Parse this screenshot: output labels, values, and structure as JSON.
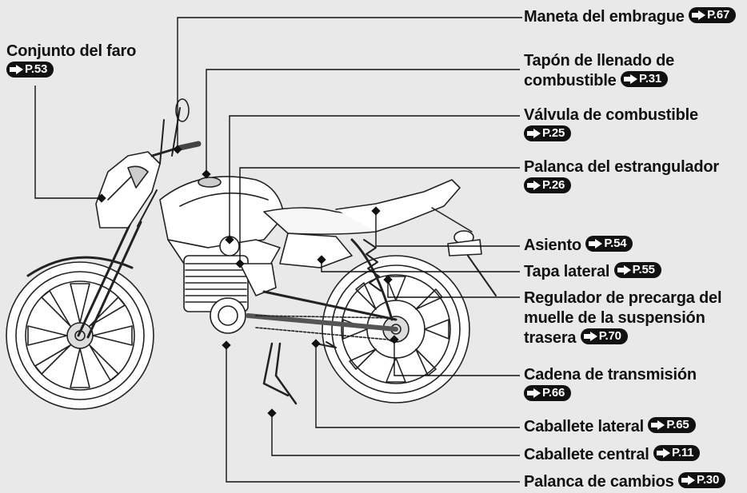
{
  "labels": {
    "headlight": {
      "name": "Conjunto del faro",
      "page": "P.53"
    },
    "clutch_lever": {
      "name": "Maneta del embrague",
      "page": "P.67"
    },
    "fuel_cap_line1": "Tapón de llenado de",
    "fuel_cap_line2": "combustible",
    "fuel_cap_page": "P.31",
    "fuel_valve": {
      "name": "Válvula de combustible",
      "page": "P.25"
    },
    "choke_lever": {
      "name": "Palanca del estrangulador",
      "page": "P.26"
    },
    "seat": {
      "name": "Asiento",
      "page": "P.54"
    },
    "side_cover": {
      "name": "Tapa lateral",
      "page": "P.55"
    },
    "spring_line1": "Regulador de precarga del",
    "spring_line2": "muelle de la suspensión",
    "spring_line3": "trasera",
    "spring_page": "P.70",
    "drive_chain": {
      "name": "Cadena de transmisión",
      "page": "P.66"
    },
    "side_stand": {
      "name": "Caballete lateral",
      "page": "P.65"
    },
    "main_stand": {
      "name": "Caballete central",
      "page": "P.11"
    },
    "gearshift": {
      "name": "Palanca de cambios",
      "page": "P.30"
    }
  },
  "colors": {
    "background": "#e9e9e9",
    "ink": "#111111",
    "badge": "#111111",
    "badge_text": "#ffffff"
  }
}
